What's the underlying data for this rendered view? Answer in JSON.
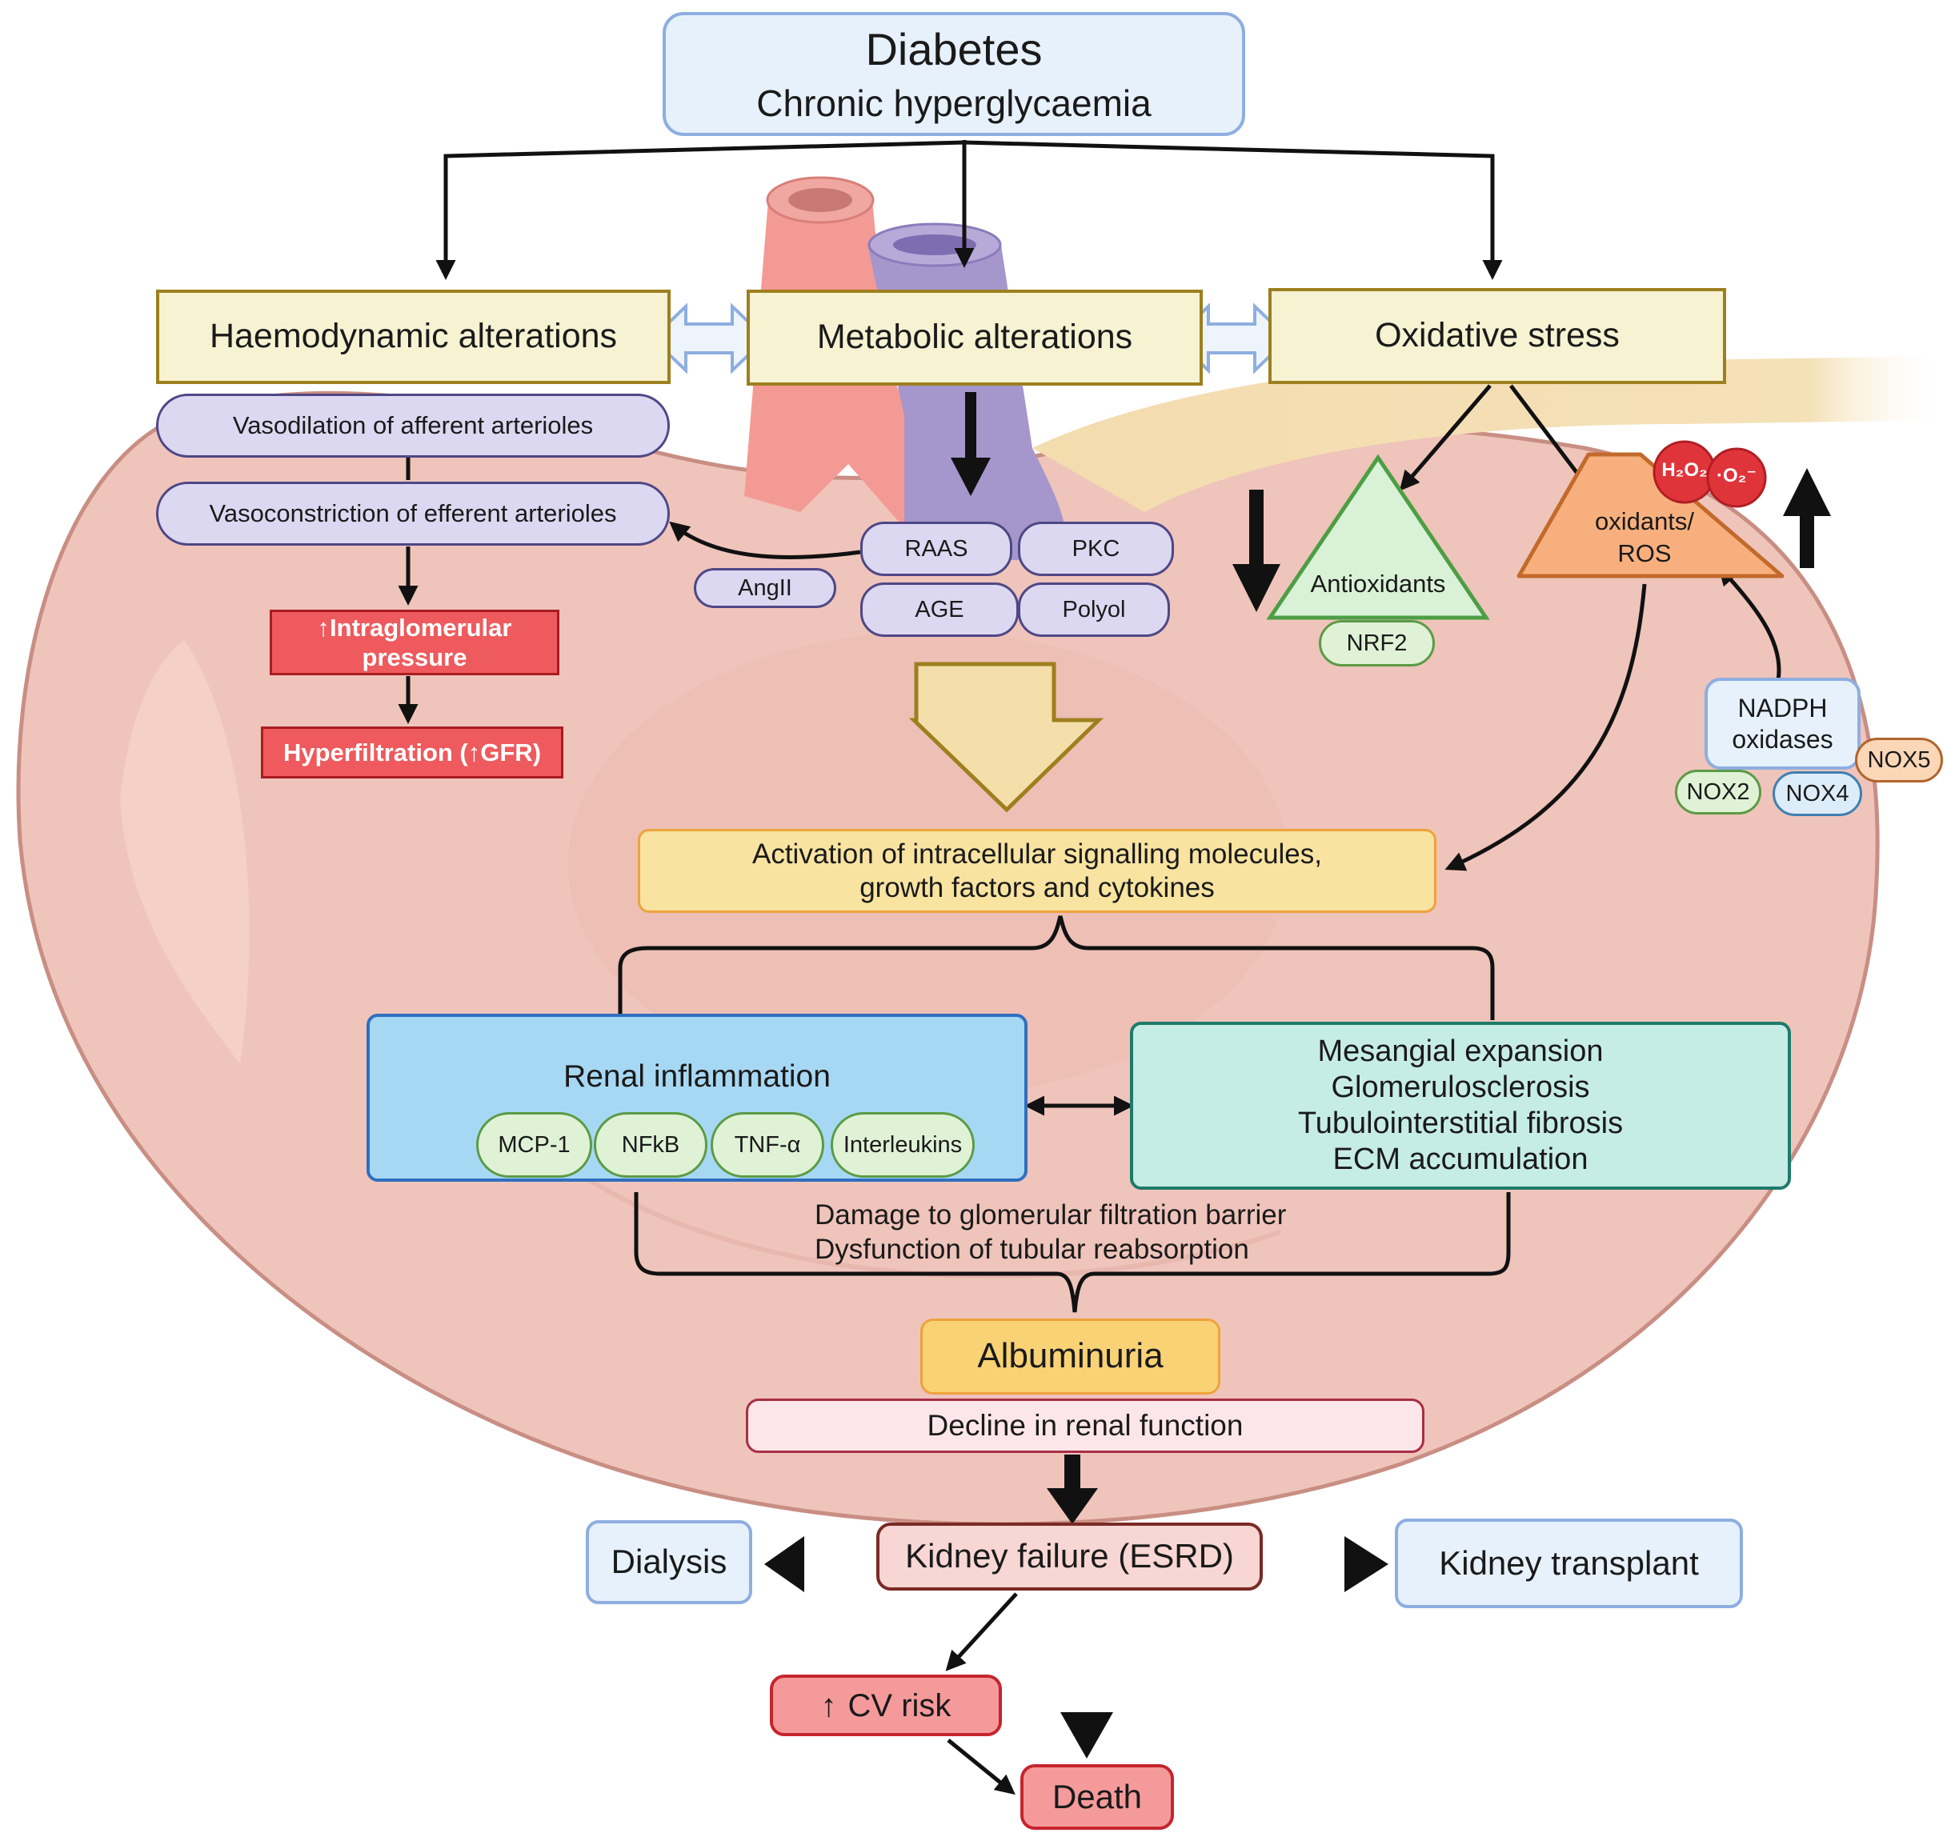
{
  "top": {
    "title": "Diabetes",
    "subtitle": "Chronic hyperglycaemia"
  },
  "categories": {
    "haemodynamic": "Haemodynamic alterations",
    "metabolic": "Metabolic alterations",
    "oxidative": "Oxidative stress"
  },
  "haemo_steps": {
    "vasodilation": "Vasodilation of afferent arterioles",
    "vasoconstriction": "Vasoconstriction of efferent arterioles",
    "pressure": "↑Intraglomerular pressure",
    "hyperfiltration": "Hyperfiltration (↑GFR)",
    "angii": "AngII"
  },
  "metabolic_pathways": {
    "raas": "RAAS",
    "pkc": "PKC",
    "age": "AGE",
    "polyol": "Polyol"
  },
  "oxidative": {
    "antioxidants": "Antioxidants",
    "nrf2": "NRF2",
    "ros_line1": "oxidants/",
    "ros_line2": "ROS",
    "h2o2": "H₂O₂",
    "superoxide": "·O₂⁻",
    "nadph_line1": "NADPH",
    "nadph_line2": "oxidases",
    "nox2": "NOX2",
    "nox4": "NOX4",
    "nox5": "NOX5"
  },
  "activation": {
    "line1": "Activation of intracellular signalling molecules,",
    "line2": "growth factors and cytokines"
  },
  "inflammation": {
    "title": "Renal inflammation",
    "markers": [
      "MCP-1",
      "NFkB",
      "TNF-α",
      "Interleukins"
    ]
  },
  "structural": [
    "Mesangial expansion",
    "Glomerulosclerosis",
    "Tubulointerstitial fibrosis",
    "ECM accumulation"
  ],
  "damage": {
    "line1": "Damage to glomerular filtration barrier",
    "line2": "Dysfunction of tubular reabsorption"
  },
  "outcomes": {
    "albuminuria": "Albuminuria",
    "decline": "Decline in renal function",
    "esrd": "Kidney failure (ESRD)",
    "dialysis": "Dialysis",
    "transplant": "Kidney transplant",
    "cv_risk": "CV risk",
    "death": "Death"
  },
  "colors": {
    "kidney": "#efc4bb",
    "kidney_edge": "#c98e83",
    "category_fill": "#f6f2d2",
    "category_border": "#9d7f1e",
    "lavender": "#dcd8f1",
    "red": "#ee5a5d",
    "inflammation": "#a7d8f3",
    "structural": "#c6ece6",
    "activation": "#f8e3a0",
    "albuminuria": "#f9d276"
  }
}
